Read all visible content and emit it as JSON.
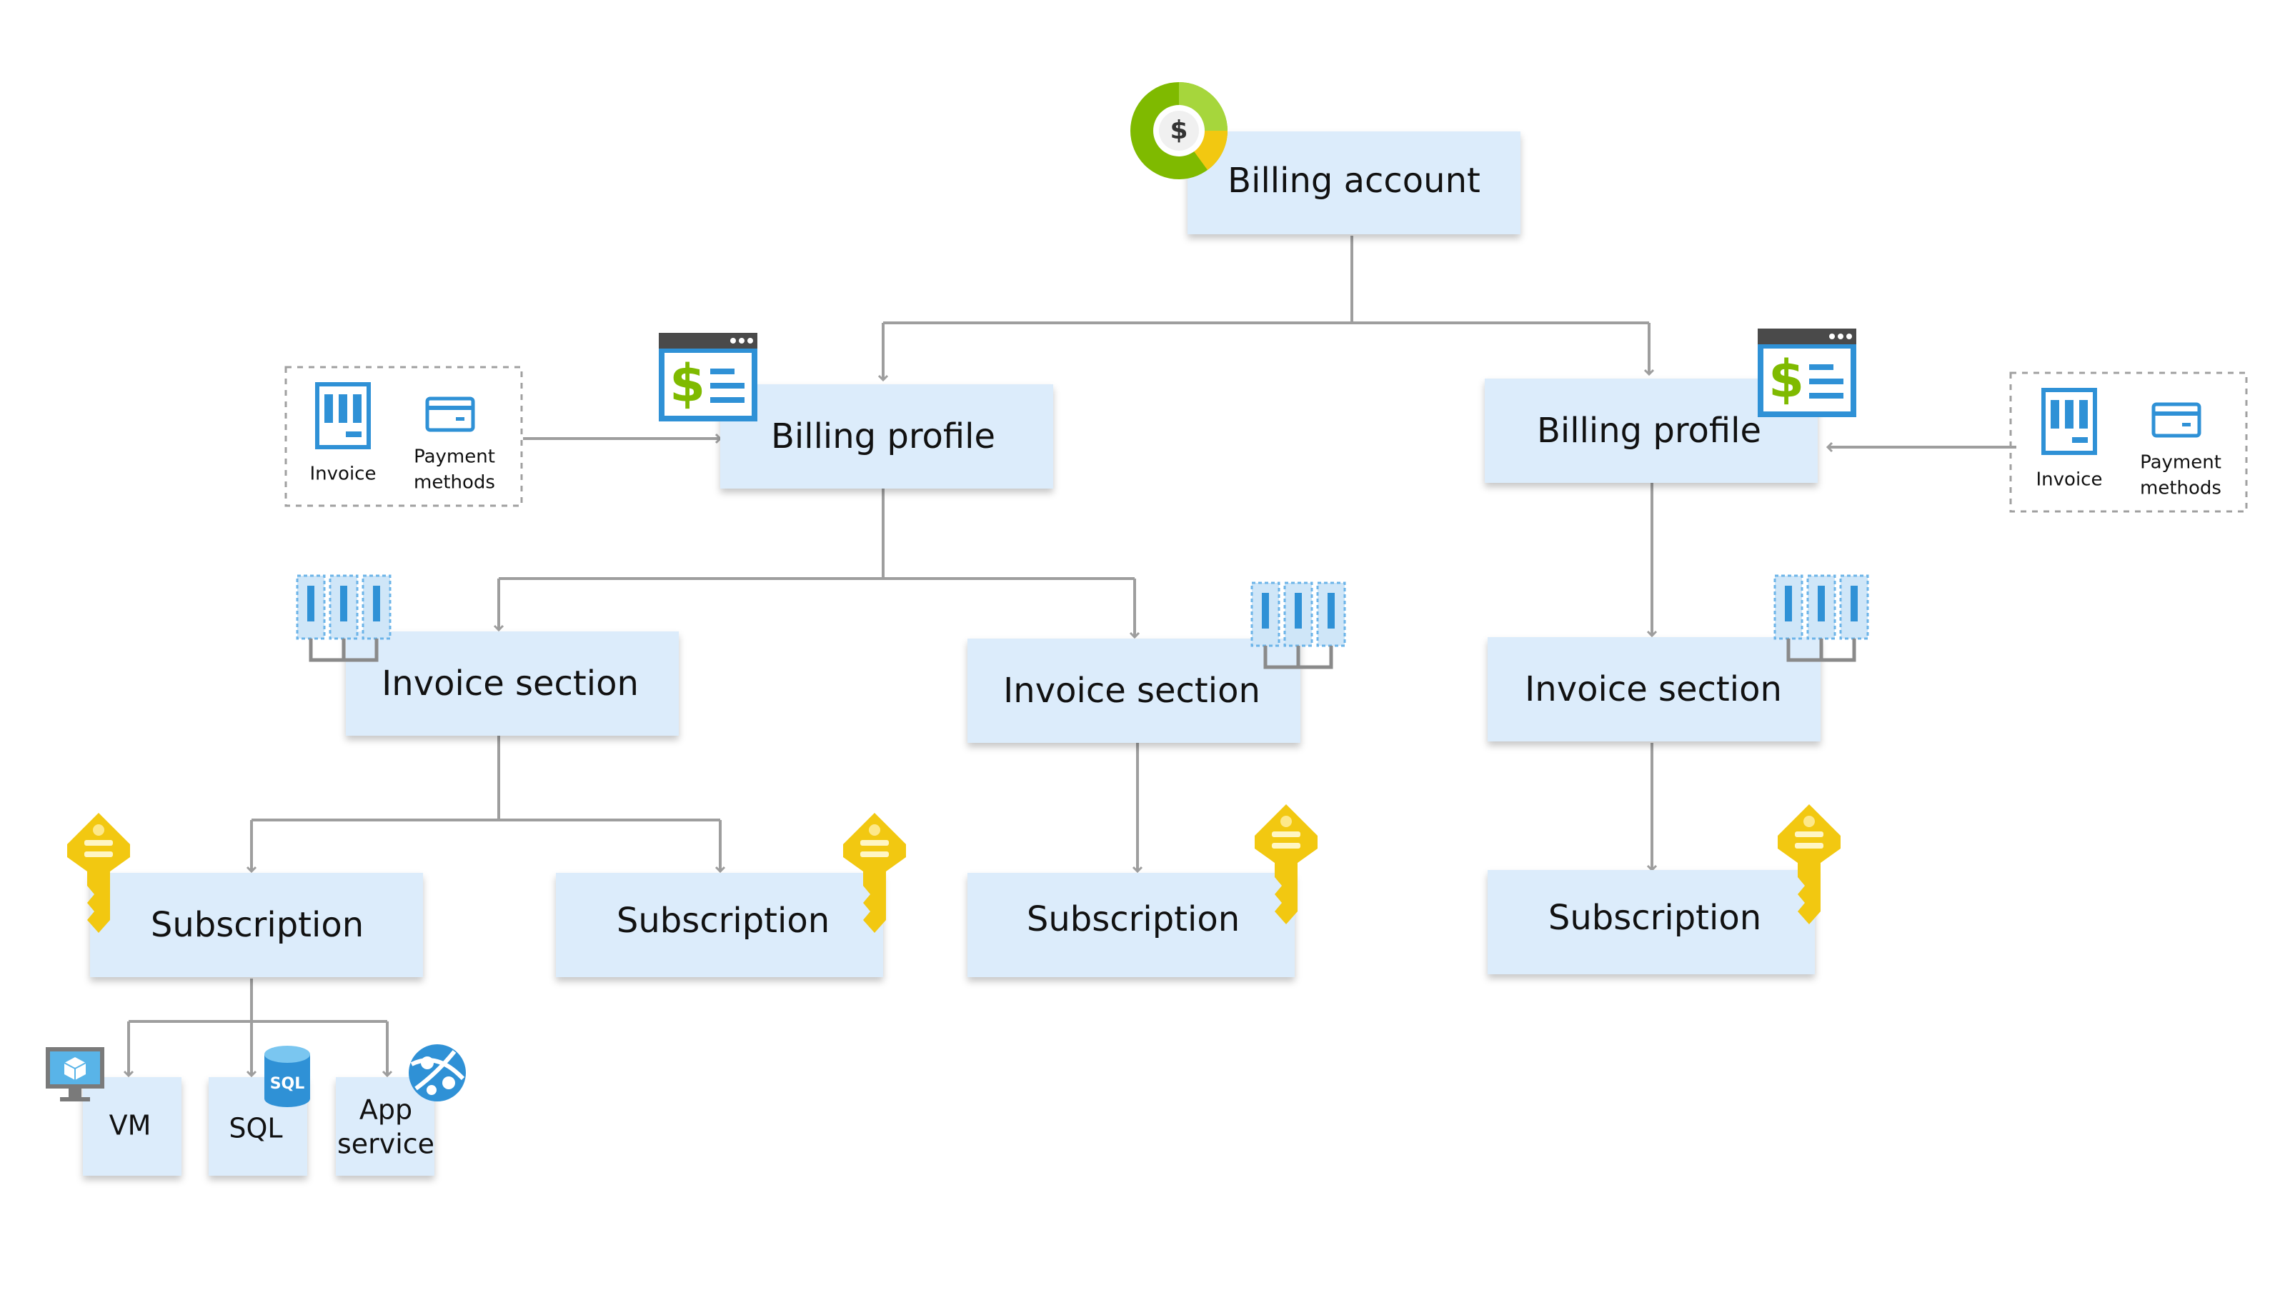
{
  "billing_account": {
    "label": "Billing account",
    "icon": "billing-account-dollar-icon"
  },
  "billing_profiles": [
    {
      "label": "Billing profile",
      "icon": "billing-profile-icon",
      "attachments": {
        "invoice_label": "Invoice",
        "payment_label_line1": "Payment",
        "payment_label_line2": "methods"
      }
    },
    {
      "label": "Billing profile",
      "icon": "billing-profile-icon",
      "attachments": {
        "invoice_label": "Invoice",
        "payment_label_line1": "Payment",
        "payment_label_line2": "methods"
      }
    }
  ],
  "invoice_sections": [
    {
      "label": "Invoice section",
      "icon": "invoice-section-icon"
    },
    {
      "label": "Invoice section",
      "icon": "invoice-section-icon"
    },
    {
      "label": "Invoice section",
      "icon": "invoice-section-icon"
    }
  ],
  "subscriptions": [
    {
      "label": "Subscription",
      "icon": "key-icon"
    },
    {
      "label": "Subscription",
      "icon": "key-icon"
    },
    {
      "label": "Subscription",
      "icon": "key-icon"
    },
    {
      "label": "Subscription",
      "icon": "key-icon"
    }
  ],
  "resources": {
    "vm": {
      "label": "VM",
      "icon": "virtual-machine-icon"
    },
    "sql": {
      "label": "SQL",
      "icon": "sql-database-icon",
      "badge": "SQL"
    },
    "app": {
      "label_line1": "App",
      "label_line2": "service",
      "icon": "app-service-icon"
    }
  },
  "colors": {
    "node_fill": "#dcecfb",
    "edge": "#9e9e9e",
    "key_yellow": "#f2c811",
    "billing_green": "#7fba00",
    "icon_blue": "#2f91d6"
  }
}
